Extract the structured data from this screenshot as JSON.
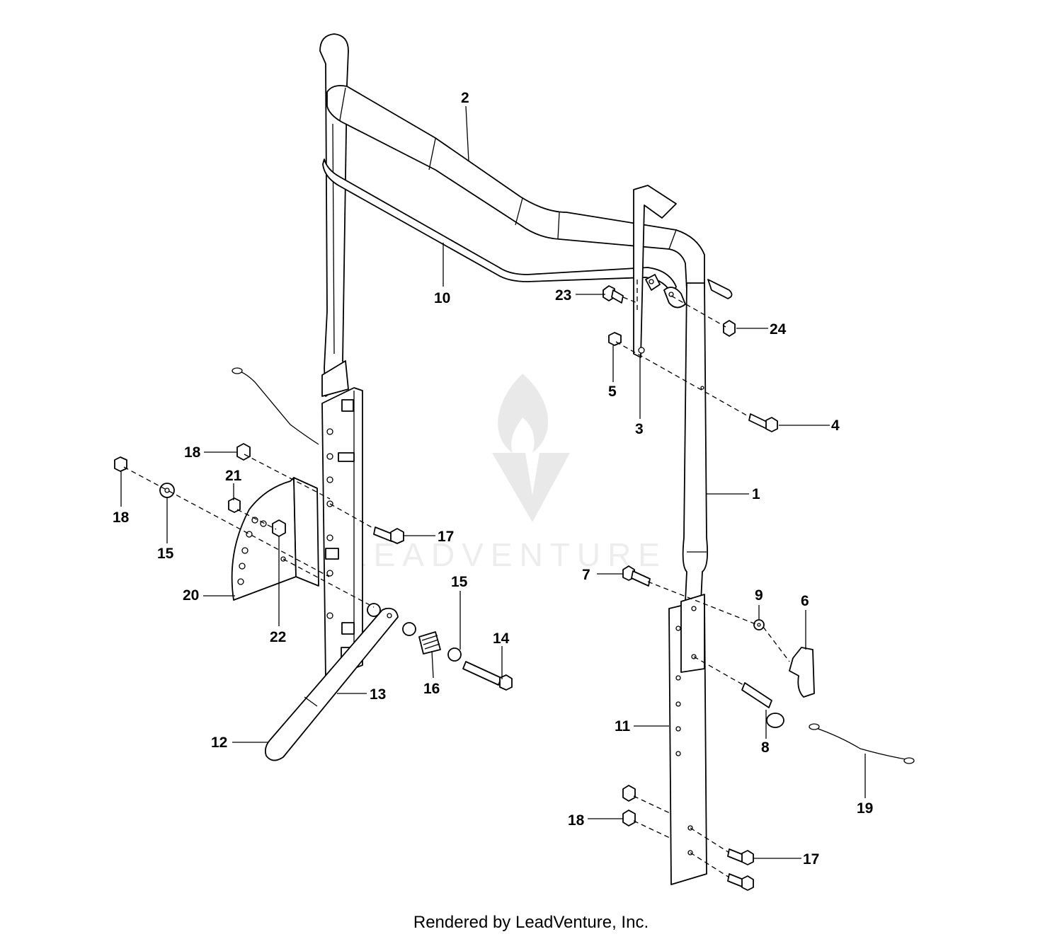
{
  "watermark": {
    "text": "LEADVENTURE"
  },
  "footer": {
    "text": "Rendered by LeadVenture, Inc."
  },
  "callouts": {
    "c1": "1",
    "c2": "2",
    "c3": "3",
    "c4": "4",
    "c5": "5",
    "c6": "6",
    "c7": "7",
    "c8": "8",
    "c9": "9",
    "c10": "10",
    "c11": "11",
    "c12": "12",
    "c13": "13",
    "c14": "14",
    "c15a": "15",
    "c15b": "15",
    "c16": "16",
    "c17a": "17",
    "c17b": "17",
    "c18a": "18",
    "c18b": "18",
    "c18c": "18",
    "c19": "19",
    "c20": "20",
    "c21": "21",
    "c22": "22",
    "c23": "23",
    "c24": "24"
  }
}
